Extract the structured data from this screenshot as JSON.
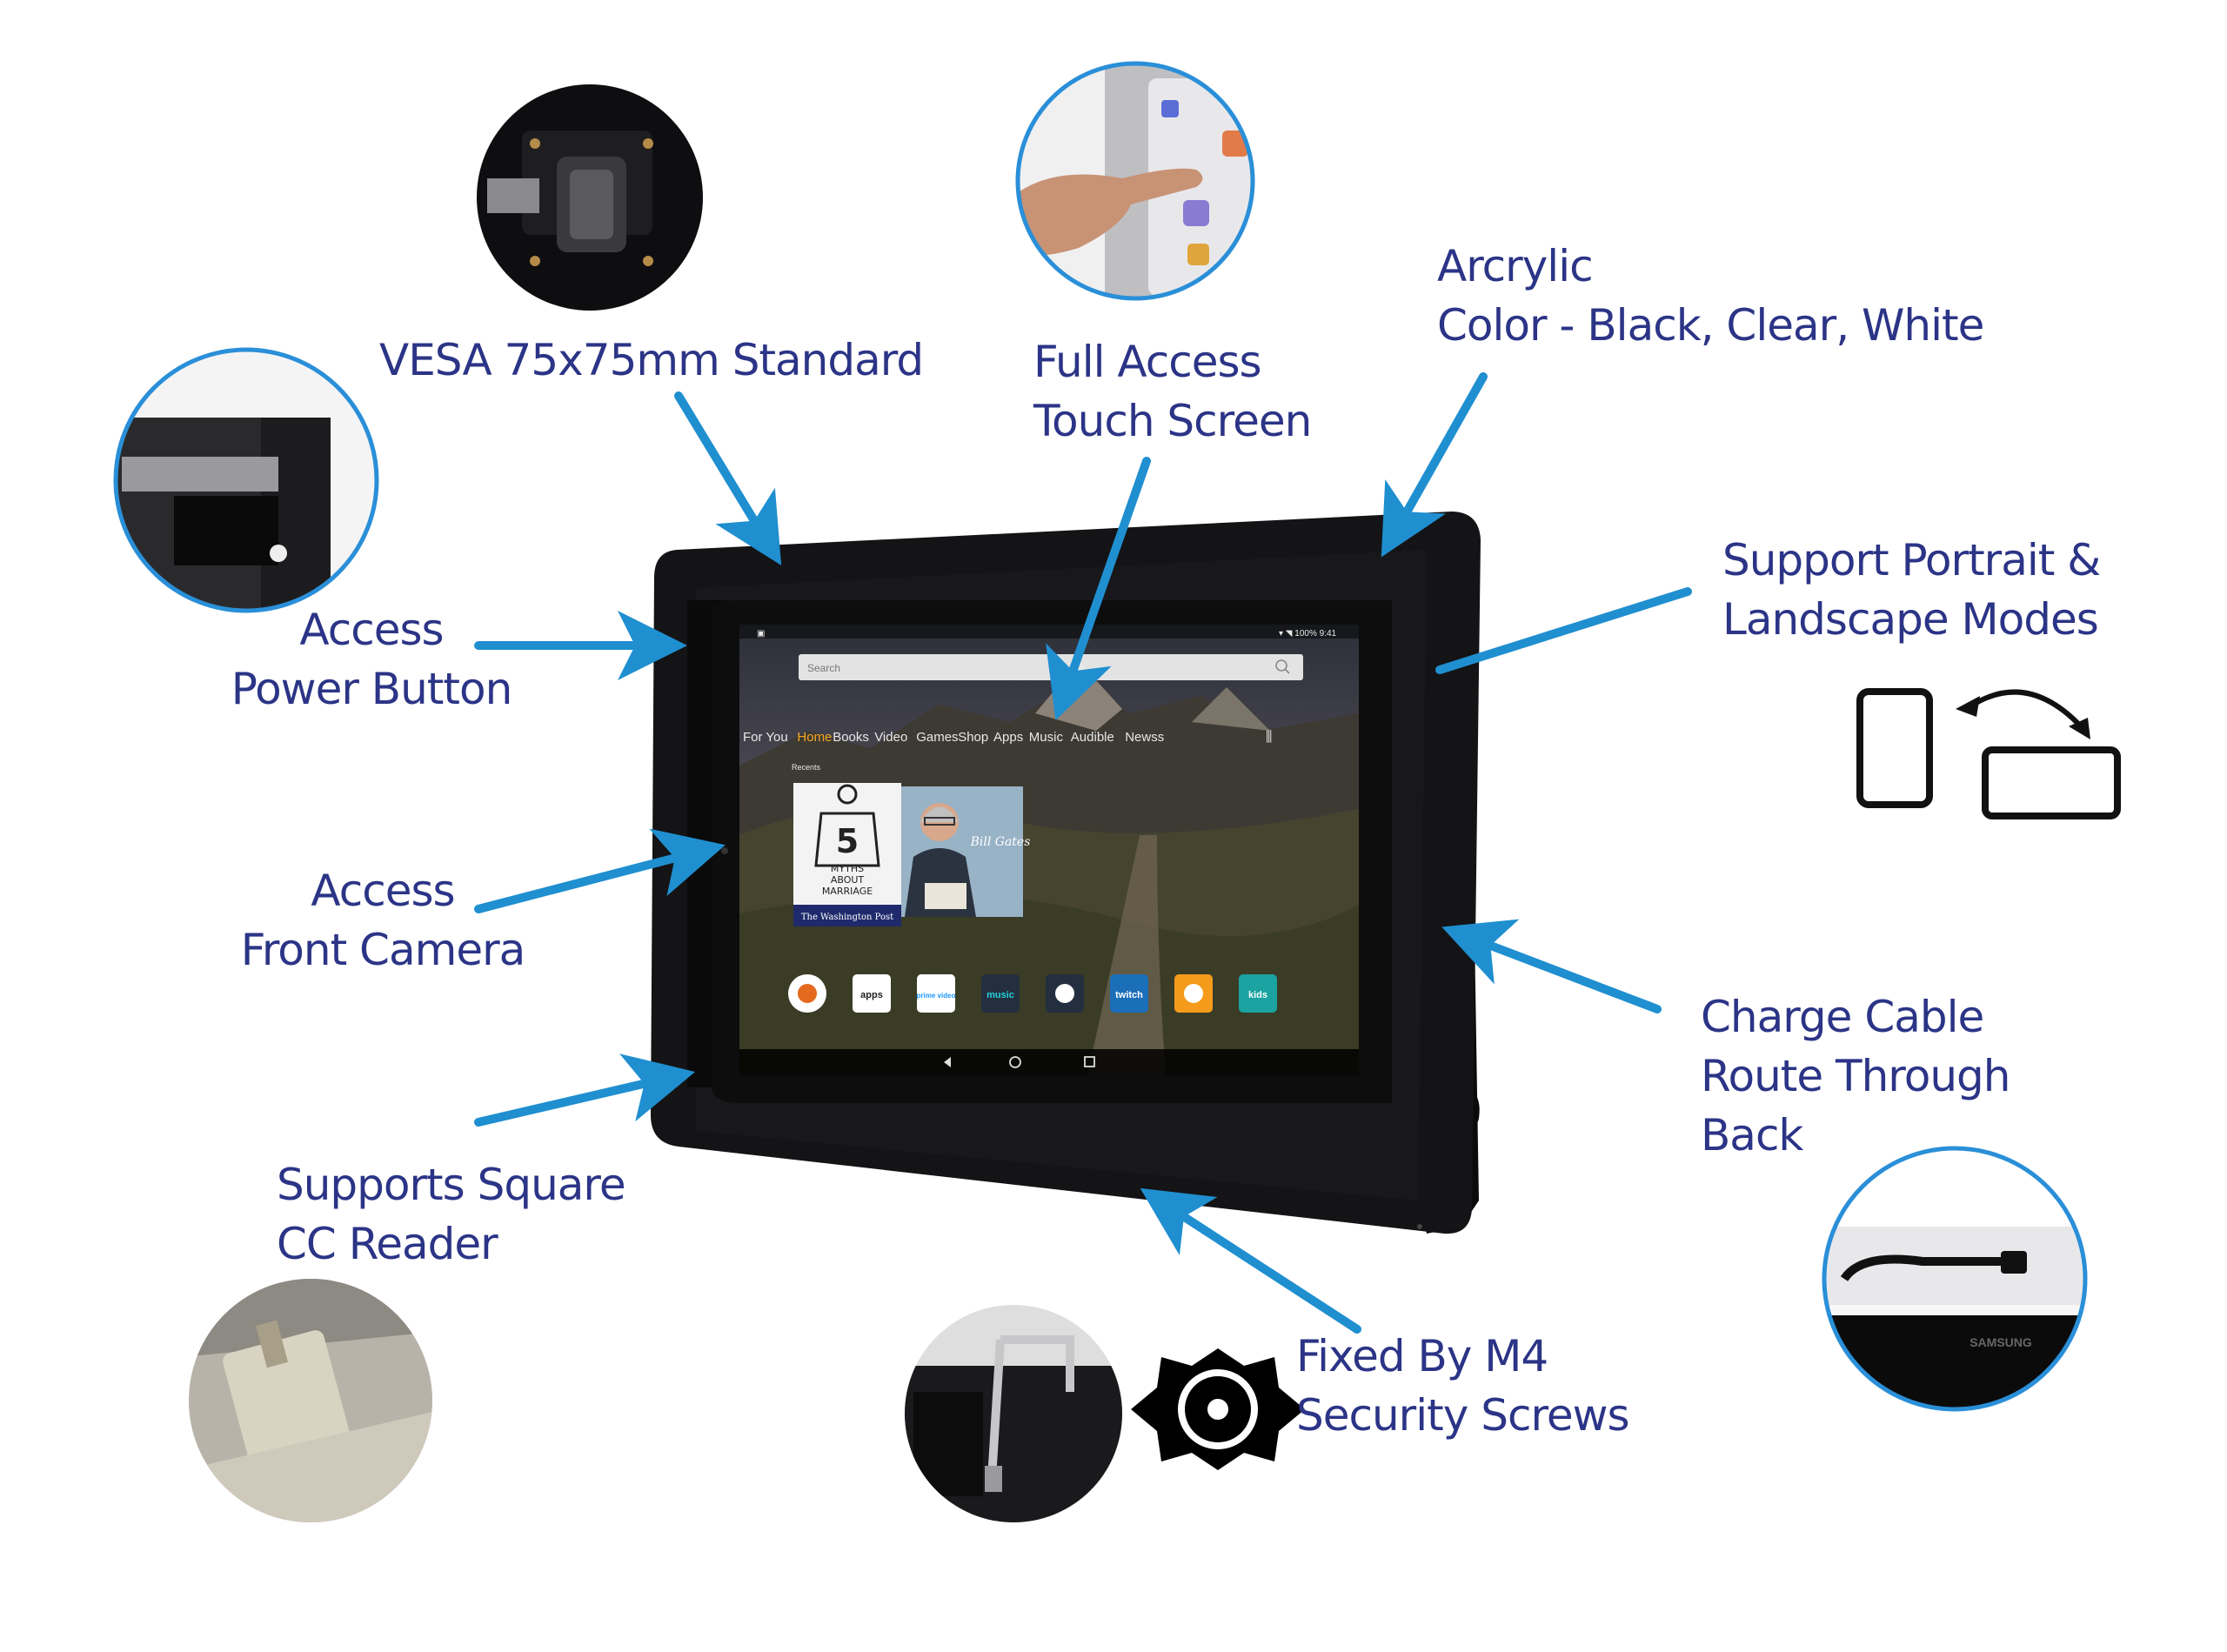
{
  "colors": {
    "label_text": "#2b3486",
    "arrow": "#1f8fd0",
    "circle_border": "#2a8fd8",
    "tablet_frame": "#141416"
  },
  "labels": {
    "vesa": "VESA 75x75mm Standard",
    "touch": [
      "Full Access",
      "Touch Screen"
    ],
    "acrylic": [
      "Arcrylic",
      "Color - Black, Clear, White"
    ],
    "power": [
      "Access",
      "Power Button"
    ],
    "camera": [
      "Access",
      "Front Camera"
    ],
    "portrait": [
      "Support Portrait &",
      "Landscape Modes"
    ],
    "cable": [
      "Charge Cable",
      "Route Through",
      "Back"
    ],
    "square": [
      "Supports Square",
      "CC Reader"
    ],
    "screws": [
      "Fixed By M4",
      "Security Screws"
    ]
  },
  "screen": {
    "search_placeholder": "Search",
    "nav_tabs": [
      "For You",
      "Home",
      "Books",
      "Video",
      "Games",
      "Shop",
      "Apps",
      "Music",
      "Audible",
      "Newss"
    ],
    "active_tab": "Home",
    "recents_label": "Recents",
    "book_cover": {
      "number": "5",
      "lines": [
        "MYTHS",
        "ABOUT",
        "MARRIAGE"
      ],
      "publisher": "The Washington Post"
    },
    "video_title": "Bill Gates",
    "app_icons": [
      {
        "name": "silk-browser-icon",
        "text": "",
        "bg": "#ffffff",
        "fg": "#e36a1f"
      },
      {
        "name": "appstore-icon",
        "text": "apps",
        "bg": "#ffffff",
        "fg": "#222222"
      },
      {
        "name": "prime-video-icon",
        "text": "prime video",
        "bg": "#ffffff",
        "fg": "#1a98ff"
      },
      {
        "name": "amazon-music-icon",
        "text": "music",
        "bg": "#232f3e",
        "fg": "#25d1da"
      },
      {
        "name": "kindle-icon",
        "text": "",
        "bg": "#232f3e",
        "fg": "#ffffff"
      },
      {
        "name": "twitch-icon",
        "text": "twitch",
        "bg": "#1b6fb8",
        "fg": "#ffffff"
      },
      {
        "name": "audible-icon",
        "text": "",
        "bg": "#f49b1c",
        "fg": "#ffffff"
      },
      {
        "name": "kindle-kids-icon",
        "text": "kids",
        "bg": "#1aa3a0",
        "fg": "#ffffff"
      }
    ],
    "brand_on_phone": "SAMSUNG"
  }
}
